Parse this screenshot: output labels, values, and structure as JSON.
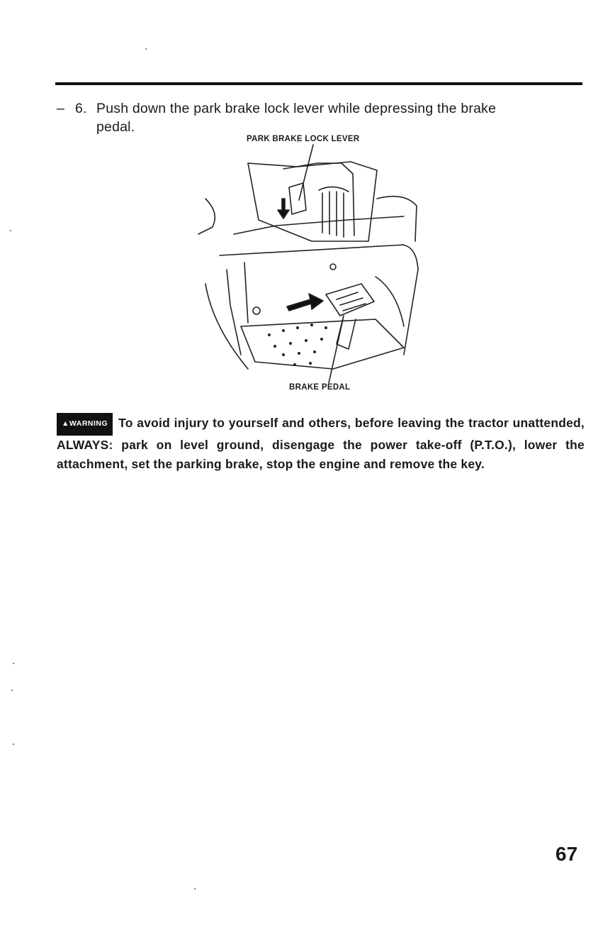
{
  "step": {
    "prefix": "–",
    "number": "6.",
    "line1": "Push down the park brake lock lever while depressing the brake",
    "line2": "pedal."
  },
  "figure": {
    "lever_label": "PARK BRAKE LOCK LEVER",
    "pedal_label": "BRAKE PEDAL"
  },
  "warning": {
    "badge": "WARNING",
    "badge_icon": "warning-triangle-icon",
    "text": "To avoid injury to yourself and others, before leaving the tractor unattended, ALWAYS: park on level ground, disengage the power take-off (P.T.O.), lower the attachment, set the parking brake, stop the engine and remove the key."
  },
  "page_number": "67"
}
